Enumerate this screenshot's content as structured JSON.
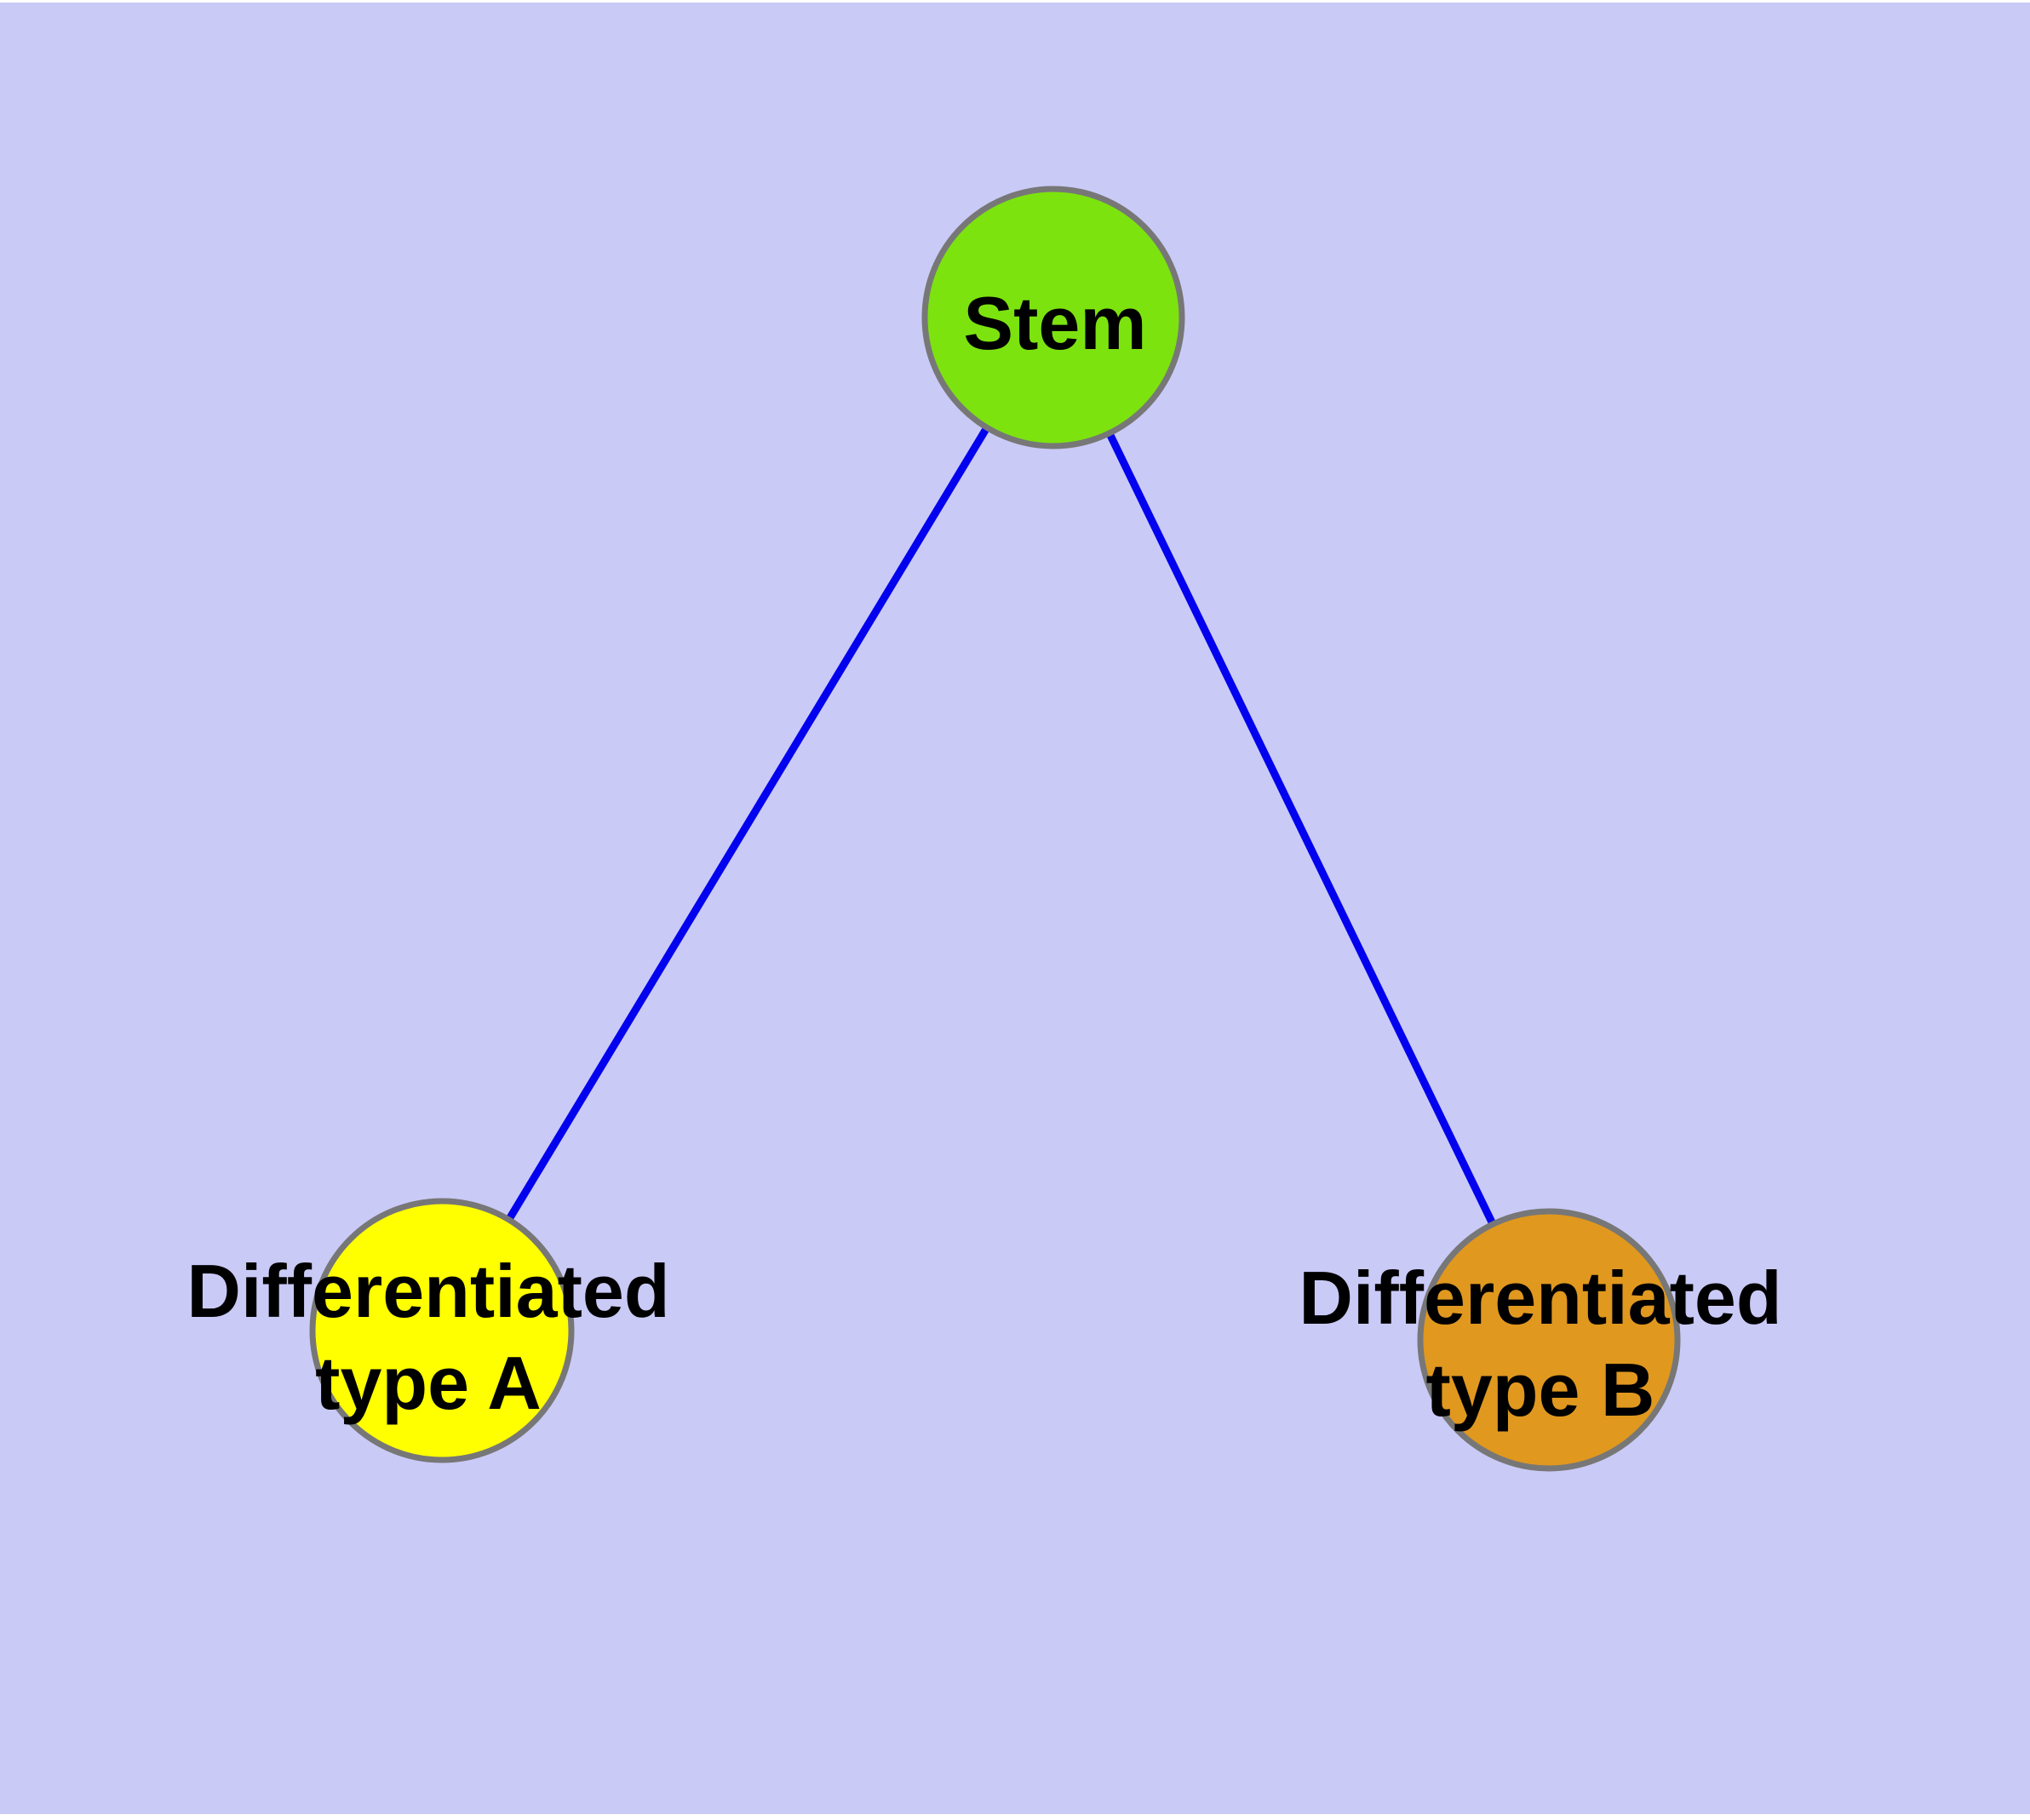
{
  "canvas": {
    "background_color": "#cacaf7",
    "margin_color": "#ffffff"
  },
  "graph": {
    "nodes": [
      {
        "id": "stem",
        "label": "Stem",
        "lines": [
          "Stem"
        ],
        "fill_color": "#7ce30f",
        "stroke_color": "#777777",
        "text_color": "#000000"
      },
      {
        "id": "differentiated-type-a",
        "label": "Differentiated type A",
        "lines": [
          "Differentiated",
          "type A"
        ],
        "fill_color": "#ffff00",
        "stroke_color": "#777777",
        "text_color": "#000000"
      },
      {
        "id": "differentiated-type-b",
        "label": "Differentiated type B",
        "lines": [
          "Differentiated",
          "type B"
        ],
        "fill_color": "#e0981f",
        "stroke_color": "#777777",
        "text_color": "#000000"
      }
    ],
    "edges": {
      "stroke_color": "#0202ee",
      "items": [
        {
          "from": "Stem",
          "to": "Differentiated type A"
        },
        {
          "from": "Stem",
          "to": "Differentiated type B"
        }
      ]
    }
  }
}
